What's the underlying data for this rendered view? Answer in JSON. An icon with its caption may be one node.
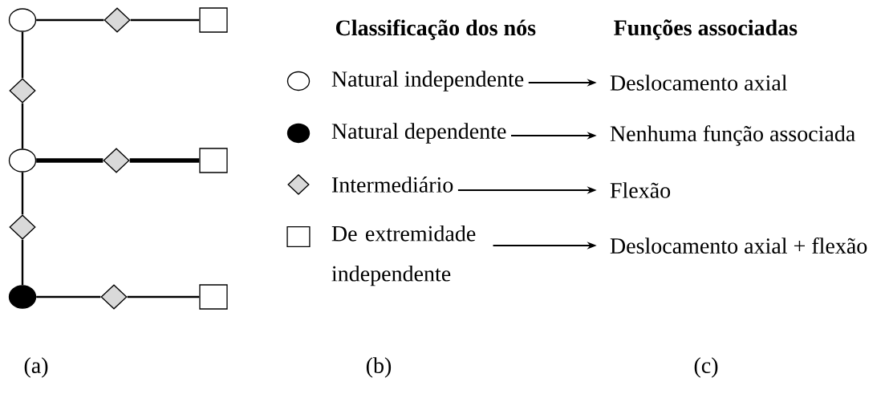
{
  "diagram": {
    "nodes": [
      {
        "text": [],
        "shape": "circle"
      },
      {
        "text": [],
        "shape": "diamond"
      },
      {
        "text": [],
        "shape": "box"
      },
      {
        "text": [],
        "shape": "diamond"
      },
      {
        "text": [],
        "shape": "circle"
      },
      {
        "text": [],
        "shape": "diamond"
      },
      {
        "text": [],
        "shape": "box"
      },
      {
        "text": [],
        "shape": "diamond"
      },
      {
        "text": [],
        "shape": "disc"
      },
      {
        "text": [],
        "shape": "diamond"
      },
      {
        "text": [],
        "shape": "box"
      },
      {
        "text": [
          "Natural independente"
        ]
      },
      {
        "text": [
          "Natural dependente"
        ]
      },
      {
        "text": [
          "Intermediário"
        ]
      },
      {
        "text": [
          "De extremidade independente"
        ]
      },
      {
        "text": [
          "Deslocamento axial"
        ]
      },
      {
        "text": [
          "Nenhuma função associada"
        ]
      },
      {
        "text": [
          "Flexão"
        ]
      },
      {
        "text": [
          "Deslocamento axial + flexão"
        ]
      }
    ],
    "edges": [
      {
        "from": 0,
        "to": 1,
        "arrow": "none"
      },
      {
        "from": 1,
        "to": 2,
        "arrow": "none"
      },
      {
        "from": 0,
        "to": 3,
        "arrow": "none"
      },
      {
        "from": 3,
        "to": 4,
        "arrow": "none"
      },
      {
        "from": 4,
        "to": 5,
        "arrow": "none",
        "style": "thick"
      },
      {
        "from": 5,
        "to": 6,
        "arrow": "none",
        "style": "thick"
      },
      {
        "from": 4,
        "to": 7,
        "arrow": "none"
      },
      {
        "from": 7,
        "to": 8,
        "arrow": "none"
      },
      {
        "from": 8,
        "to": 9,
        "arrow": "none"
      },
      {
        "from": 9,
        "to": 10,
        "arrow": "none"
      },
      {
        "from": 11,
        "to": 15,
        "arrow": "to"
      },
      {
        "from": 12,
        "to": 16,
        "arrow": "to"
      },
      {
        "from": 13,
        "to": 17,
        "arrow": "to"
      },
      {
        "from": 14,
        "to": 18,
        "arrow": "to"
      }
    ],
    "labels": [
      "Classificação dos nós",
      "Funções associadas",
      "(a)",
      "(b)",
      "(c)"
    ]
  }
}
